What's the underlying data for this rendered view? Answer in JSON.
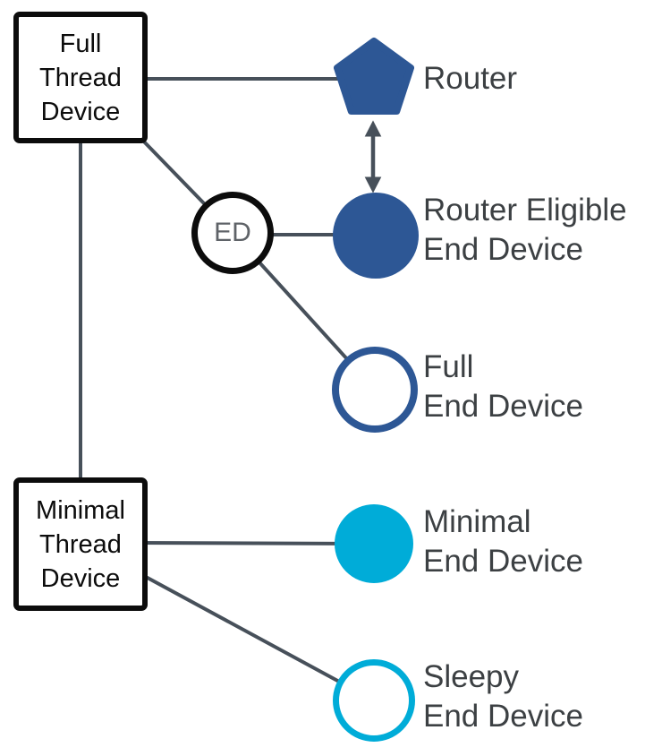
{
  "diagram": {
    "colors": {
      "blue": "#2d5795",
      "cyan": "#00acd8",
      "line": "#47505a",
      "label_text": "#3c4043",
      "ed_text": "#5f6368",
      "box_ink": "#0c0c0c"
    },
    "boxes": [
      {
        "id": "ftd",
        "label": "Full\nThread\nDevice"
      },
      {
        "id": "mtd",
        "label": "Minimal\nThread\nDevice"
      }
    ],
    "ed_badge": "ED",
    "nodes": [
      {
        "id": "router",
        "shape": "pentagon",
        "style": "solid-blue",
        "label": "Router"
      },
      {
        "id": "reed",
        "shape": "circle",
        "style": "solid-blue",
        "label": "Router Eligible\nEnd Device"
      },
      {
        "id": "fed",
        "shape": "circle",
        "style": "outline-blue",
        "label": "Full\nEnd Device"
      },
      {
        "id": "med",
        "shape": "circle",
        "style": "solid-cyan",
        "label": "Minimal\nEnd Device"
      },
      {
        "id": "sed",
        "shape": "circle",
        "style": "outline-cyan",
        "label": "Sleepy\nEnd Device"
      }
    ]
  }
}
